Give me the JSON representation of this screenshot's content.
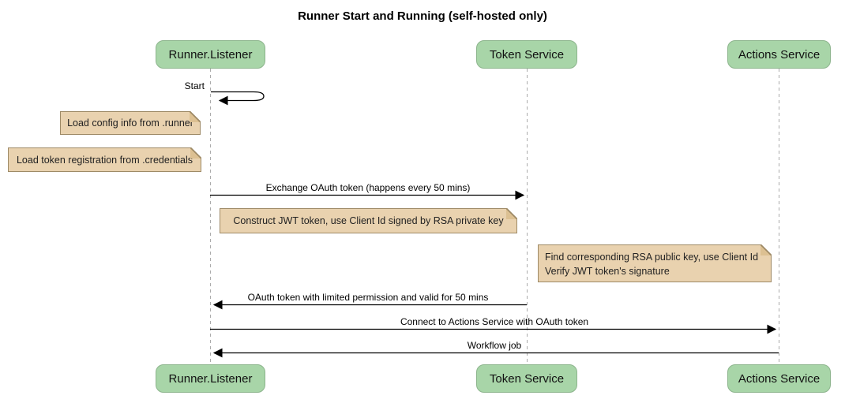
{
  "diagram": {
    "title": "Runner Start and Running (self-hosted only)",
    "participants": [
      {
        "id": "runner-listener",
        "label": "Runner.Listener"
      },
      {
        "id": "token-service",
        "label": "Token Service"
      },
      {
        "id": "actions-service",
        "label": "Actions Service"
      }
    ],
    "messages": [
      {
        "label": "Start",
        "type": "self-loop",
        "from": "runner-listener",
        "to": "runner-listener"
      },
      {
        "label": "Exchange OAuth token (happens every 50 mins)",
        "type": "solid-arrow",
        "from": "runner-listener",
        "to": "token-service"
      },
      {
        "label": "OAuth token with limited permission and valid for 50 mins",
        "type": "solid-arrow",
        "from": "token-service",
        "to": "runner-listener"
      },
      {
        "label": "Connect to Actions Service with OAuth token",
        "type": "solid-arrow",
        "from": "runner-listener",
        "to": "actions-service"
      },
      {
        "label": "Workflow job",
        "type": "solid-arrow",
        "from": "actions-service",
        "to": "runner-listener"
      }
    ],
    "notes": [
      {
        "text": "Load config info from .runner",
        "position": "left of runner-listener"
      },
      {
        "text": "Load token registration from .credentials",
        "position": "left of runner-listener"
      },
      {
        "text": "Construct JWT token, use Client Id signed by RSA private key",
        "position": "between runner-listener and token-service"
      },
      {
        "lines": [
          "Find corresponding RSA public key, use Client Id",
          "Verify JWT token's signature"
        ],
        "position": "left of actions-service"
      }
    ],
    "colors": {
      "participant_fill": "#a8d5a8",
      "participant_border": "#8cb48c",
      "note_fill": "#e9d2af",
      "note_border": "#9e8a66",
      "lifeline": "#ababab",
      "message_line": "#000000",
      "background": "#ffffff"
    }
  }
}
